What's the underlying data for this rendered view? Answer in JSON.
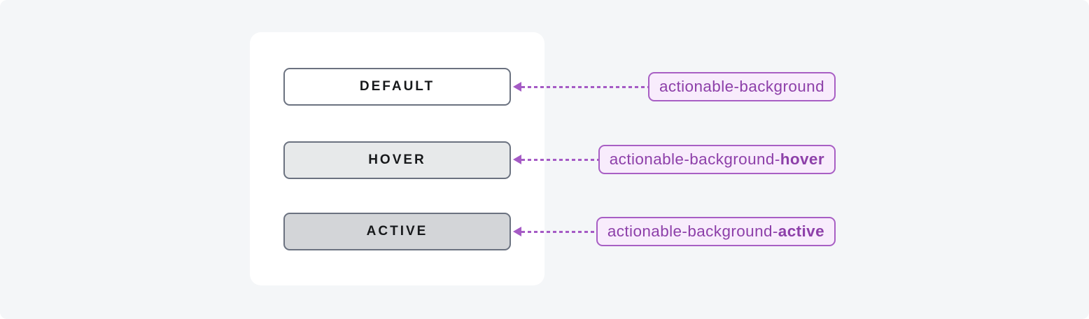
{
  "colors": {
    "page_background": "#f4f6f8",
    "card_background": "#ffffff",
    "button_border": "#6b7280",
    "button_text": "#17191b",
    "arrow": "#a55bc5",
    "label_background": "#f8ecfc",
    "label_border": "#a85fc4",
    "label_text": "#8d3fa9"
  },
  "rows": [
    {
      "state": {
        "label": "DEFAULT",
        "bg": "#ffffff"
      },
      "token": {
        "prefix": "actionable-background",
        "suffix": ""
      }
    },
    {
      "state": {
        "label": "HOVER",
        "bg": "#e7e9ea"
      },
      "token": {
        "prefix": "actionable-background-",
        "suffix": "hover"
      }
    },
    {
      "state": {
        "label": "ACTIVE",
        "bg": "#d3d5d8"
      },
      "token": {
        "prefix": "actionable-background-",
        "suffix": "active"
      }
    }
  ]
}
